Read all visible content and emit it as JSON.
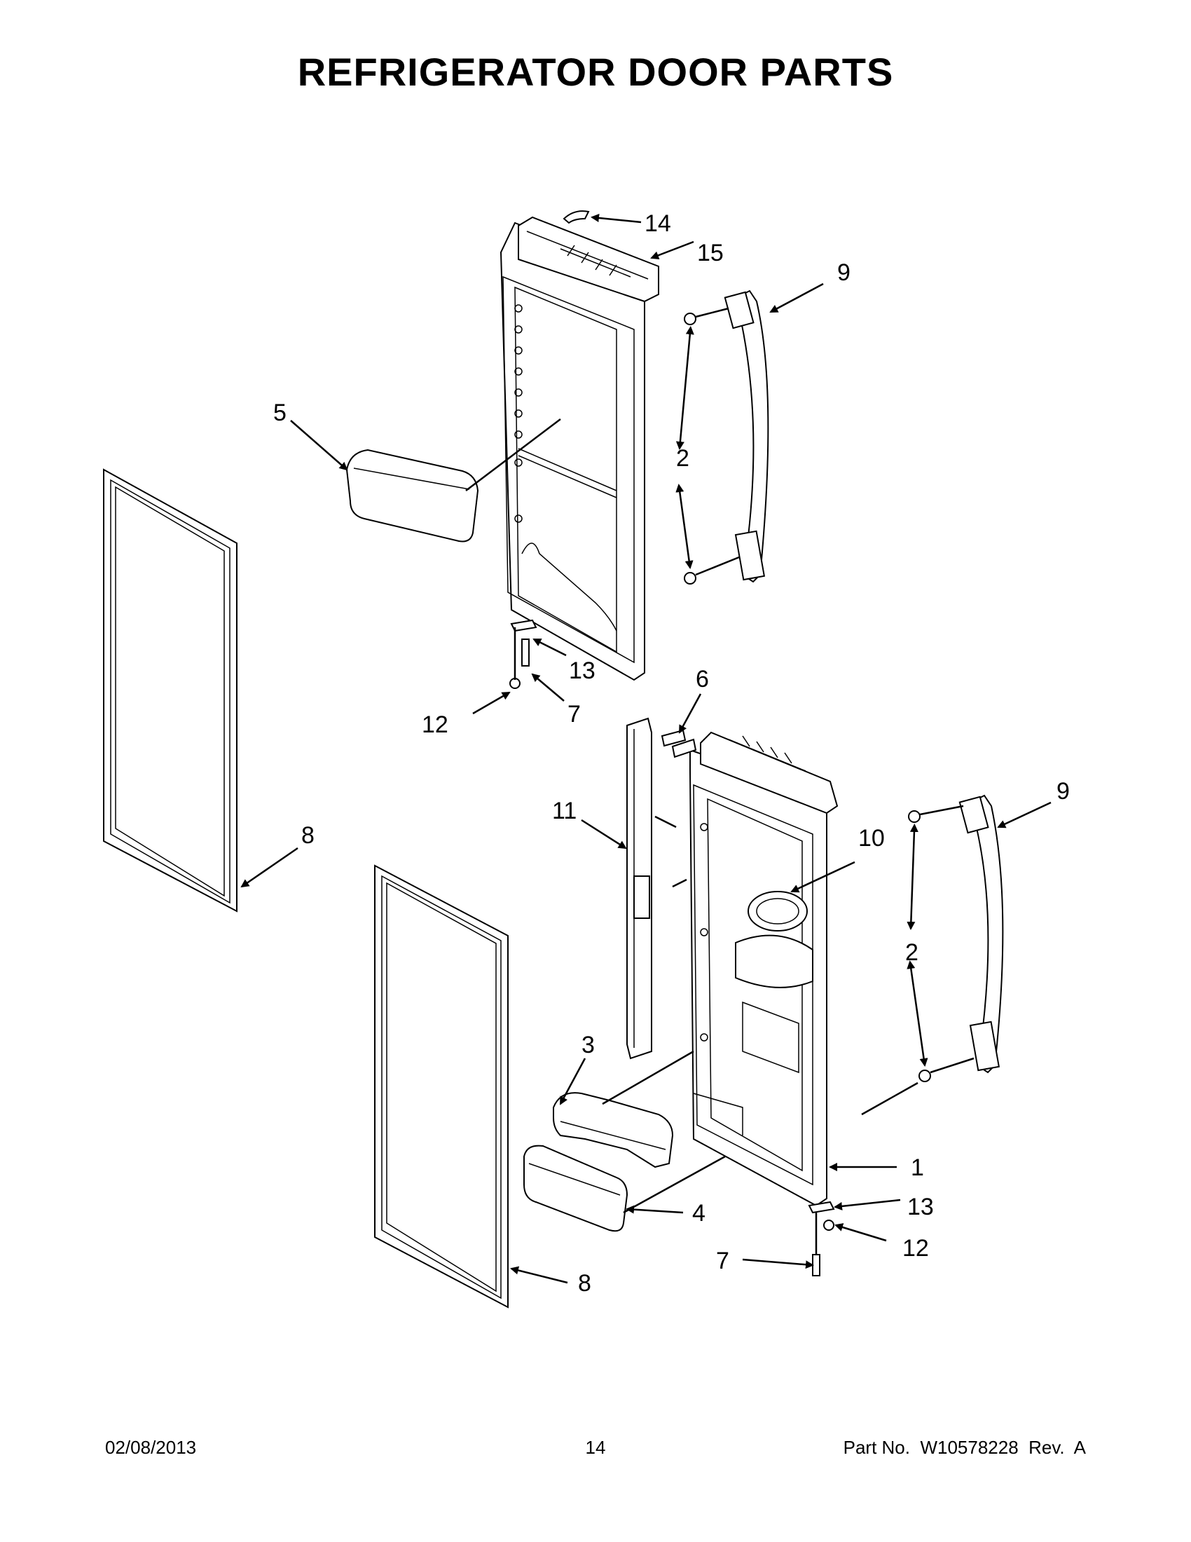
{
  "title": "REFRIGERATOR DOOR PARTS",
  "callouts": [
    {
      "id": "c14a",
      "label": "14"
    },
    {
      "id": "c15",
      "label": "15"
    },
    {
      "id": "c9a",
      "label": "9"
    },
    {
      "id": "c5",
      "label": "5"
    },
    {
      "id": "c2a",
      "label": "2"
    },
    {
      "id": "c13a",
      "label": "13"
    },
    {
      "id": "c12a",
      "label": "12"
    },
    {
      "id": "c7a",
      "label": "7"
    },
    {
      "id": "c6",
      "label": "6"
    },
    {
      "id": "c8a",
      "label": "8"
    },
    {
      "id": "c11",
      "label": "11"
    },
    {
      "id": "c9b",
      "label": "9"
    },
    {
      "id": "c10",
      "label": "10"
    },
    {
      "id": "c2b",
      "label": "2"
    },
    {
      "id": "c3",
      "label": "3"
    },
    {
      "id": "c1",
      "label": "1"
    },
    {
      "id": "c4",
      "label": "4"
    },
    {
      "id": "c13b",
      "label": "13"
    },
    {
      "id": "c12b",
      "label": "12"
    },
    {
      "id": "c7b",
      "label": "7"
    },
    {
      "id": "c8b",
      "label": "8"
    }
  ],
  "footer": {
    "date": "02/08/2013",
    "page": "14",
    "part_number": "Part No.  W10578228  Rev.  A"
  }
}
